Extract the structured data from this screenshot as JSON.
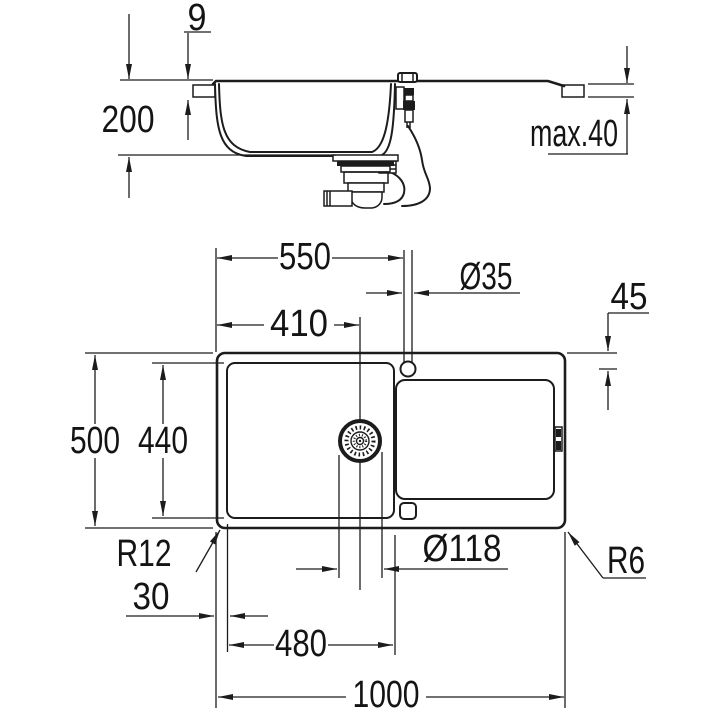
{
  "drawing": {
    "title": "Kitchen sink installation dimension drawing",
    "background": "#ffffff",
    "line_color": "#1c1c1c",
    "views": {
      "section": "side section view with drain assembly and countertop cut",
      "plan": "top plan view with bowl, drainer area, tap hole and waste"
    },
    "dimensions": {
      "rim_height": "9",
      "depth": "200",
      "countertop_thickness": "max.40",
      "tap_center_from_left": "550",
      "tap_hole_diameter": "Ø35",
      "tap_center_from_edge": "45",
      "drain_center_from_left": "410",
      "overall_depth": "500",
      "bowl_inner_depth": "440",
      "bowl_corner_radius": "R12",
      "drain_diameter": "Ø118",
      "outer_corner_radius": "R6",
      "rim_offset": "30",
      "bowl_inner_length": "480",
      "overall_length": "1000"
    }
  }
}
